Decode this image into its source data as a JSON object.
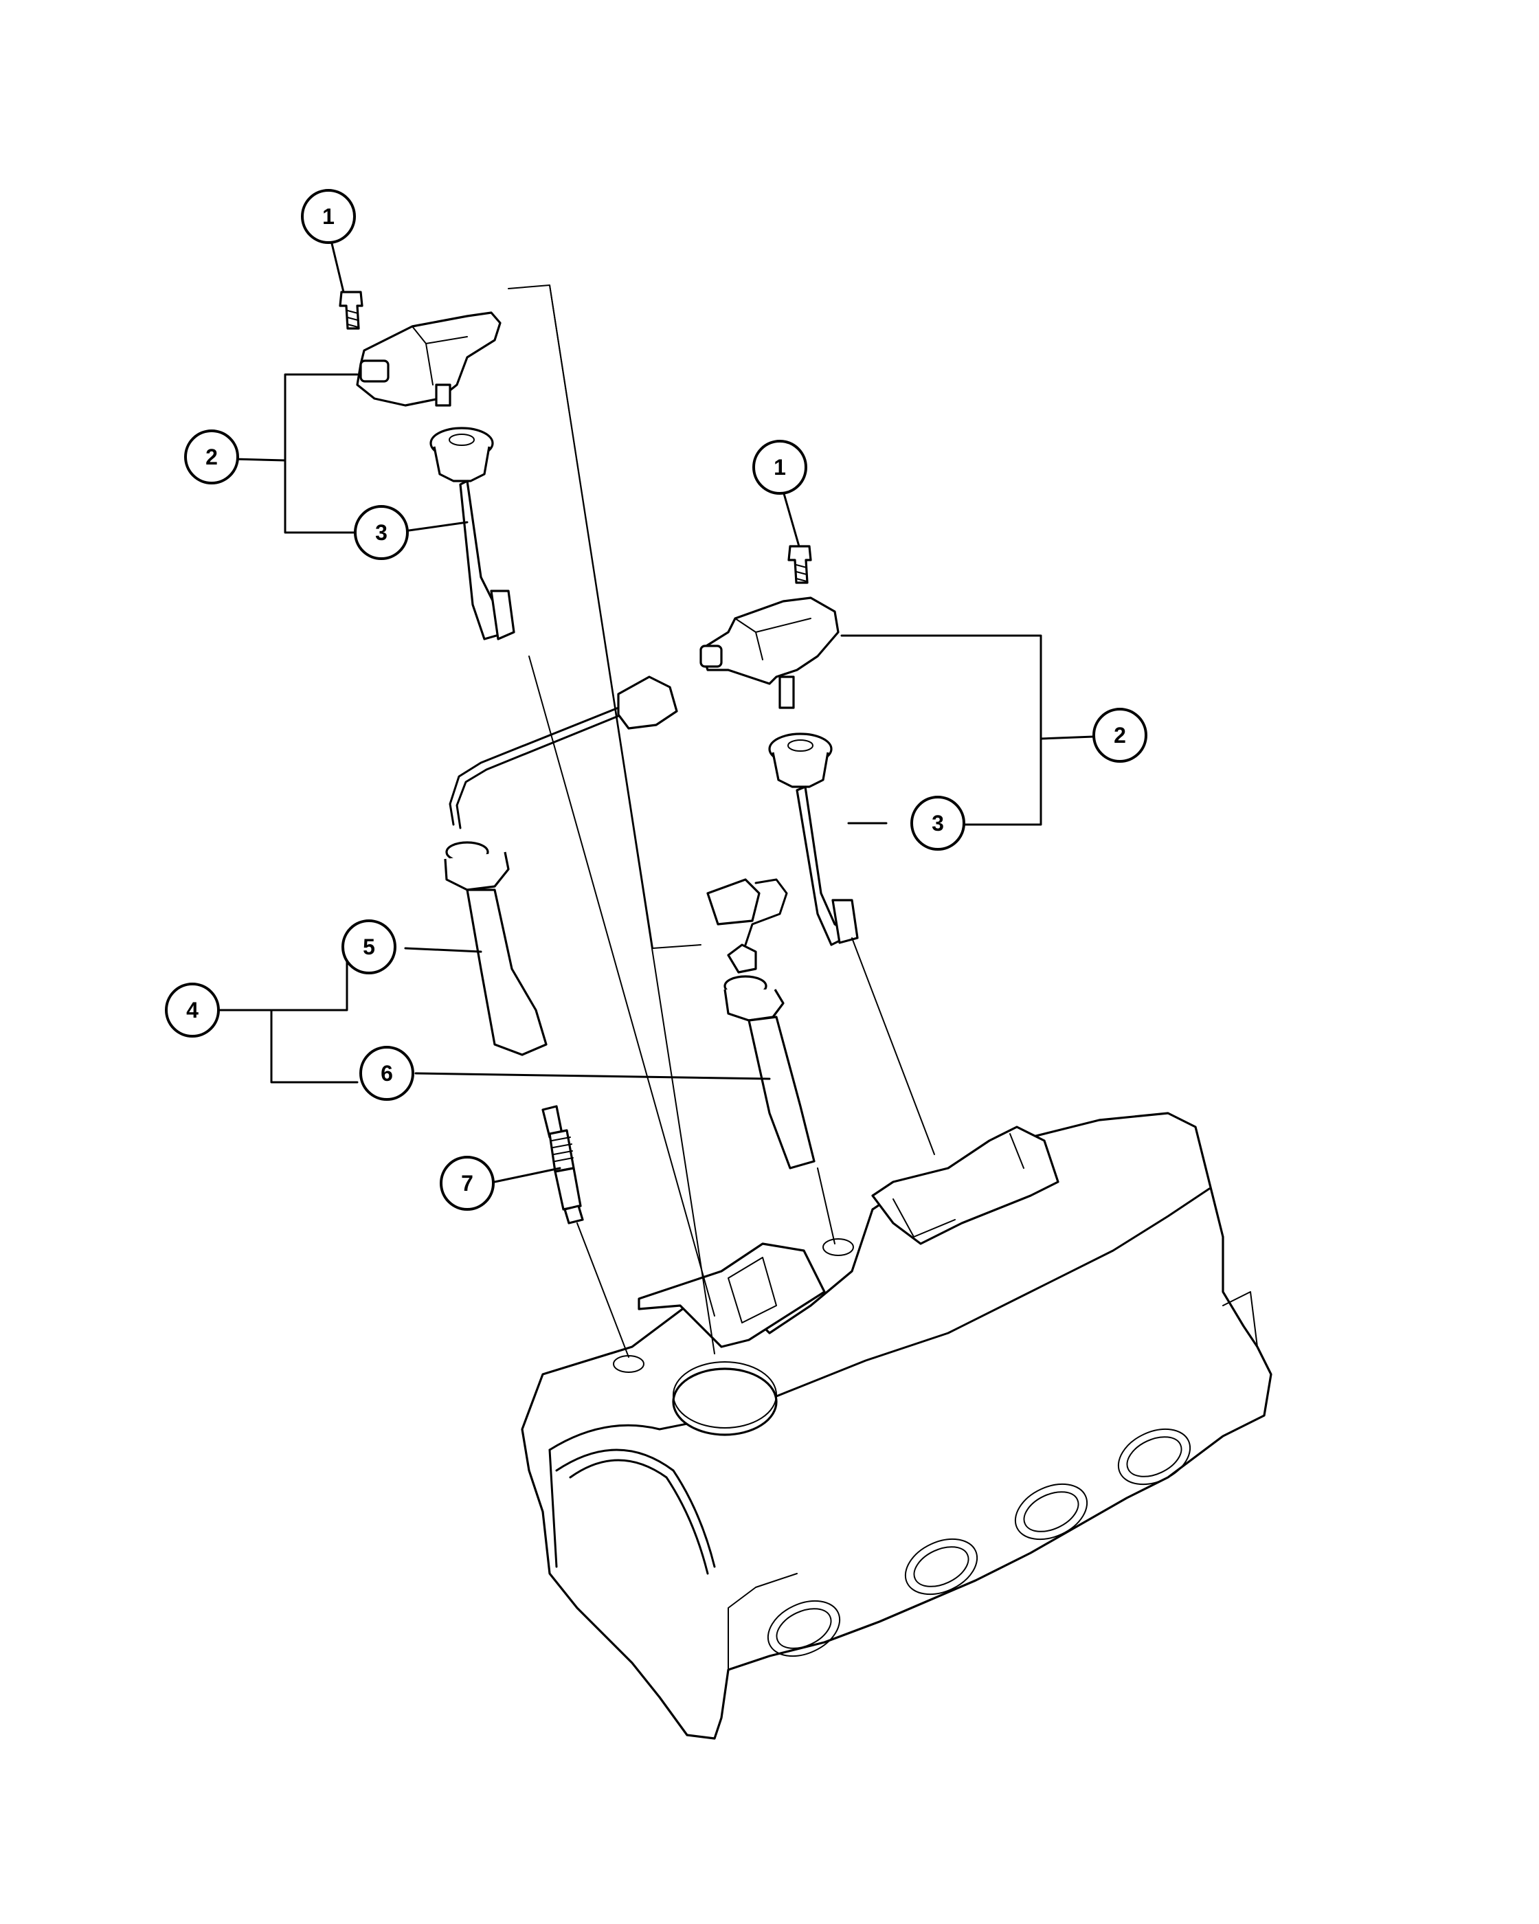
{
  "callouts": [
    {
      "id": "c1a",
      "label": "1"
    },
    {
      "id": "c2a",
      "label": "2"
    },
    {
      "id": "c3a",
      "label": "3"
    },
    {
      "id": "c1b",
      "label": "1"
    },
    {
      "id": "c2b",
      "label": "2"
    },
    {
      "id": "c3b",
      "label": "3"
    },
    {
      "id": "c4",
      "label": "4"
    },
    {
      "id": "c5",
      "label": "5"
    },
    {
      "id": "c6",
      "label": "6"
    },
    {
      "id": "c7",
      "label": "7"
    }
  ]
}
